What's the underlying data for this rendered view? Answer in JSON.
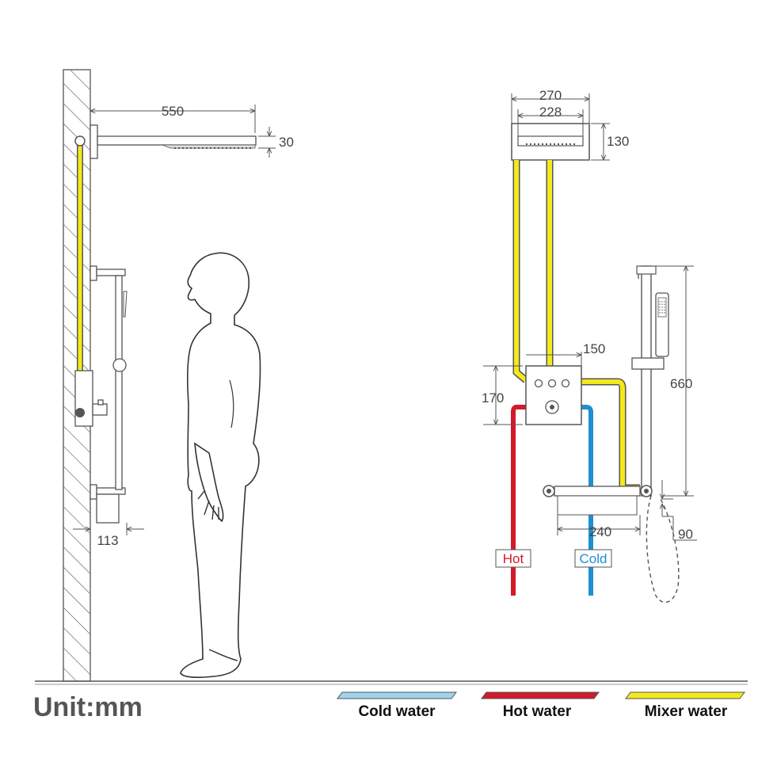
{
  "diagram": {
    "dimensions": {
      "shower_arm_length": "550",
      "head_thickness": "30",
      "panel_depth": "113",
      "head_width_outer": "270",
      "head_width_inner": "228",
      "head_height": "130",
      "valve_width": "150",
      "valve_height": "170",
      "rail_height": "660",
      "spout_width": "240",
      "spout_offset": "90"
    },
    "pipe_labels": {
      "hot": "Hot",
      "cold": "Cold"
    },
    "unit_label": "Unit:mm",
    "legend": [
      {
        "label": "Cold water",
        "color": "#9fd3ef"
      },
      {
        "label": "Hot water",
        "color": "#d11a2a"
      },
      {
        "label": "Mixer water",
        "color": "#f3e91b"
      }
    ],
    "colors": {
      "mixer": "#f3e91b",
      "hot": "#d11a2a",
      "cold": "#1e8fd0",
      "cold_legend": "#9fd3ef",
      "line": "#555555"
    },
    "icons": [
      "person-silhouette-icon",
      "shower-head-icon",
      "hand-shower-icon",
      "thermostatic-valve-icon",
      "wall-hatch-icon"
    ]
  }
}
